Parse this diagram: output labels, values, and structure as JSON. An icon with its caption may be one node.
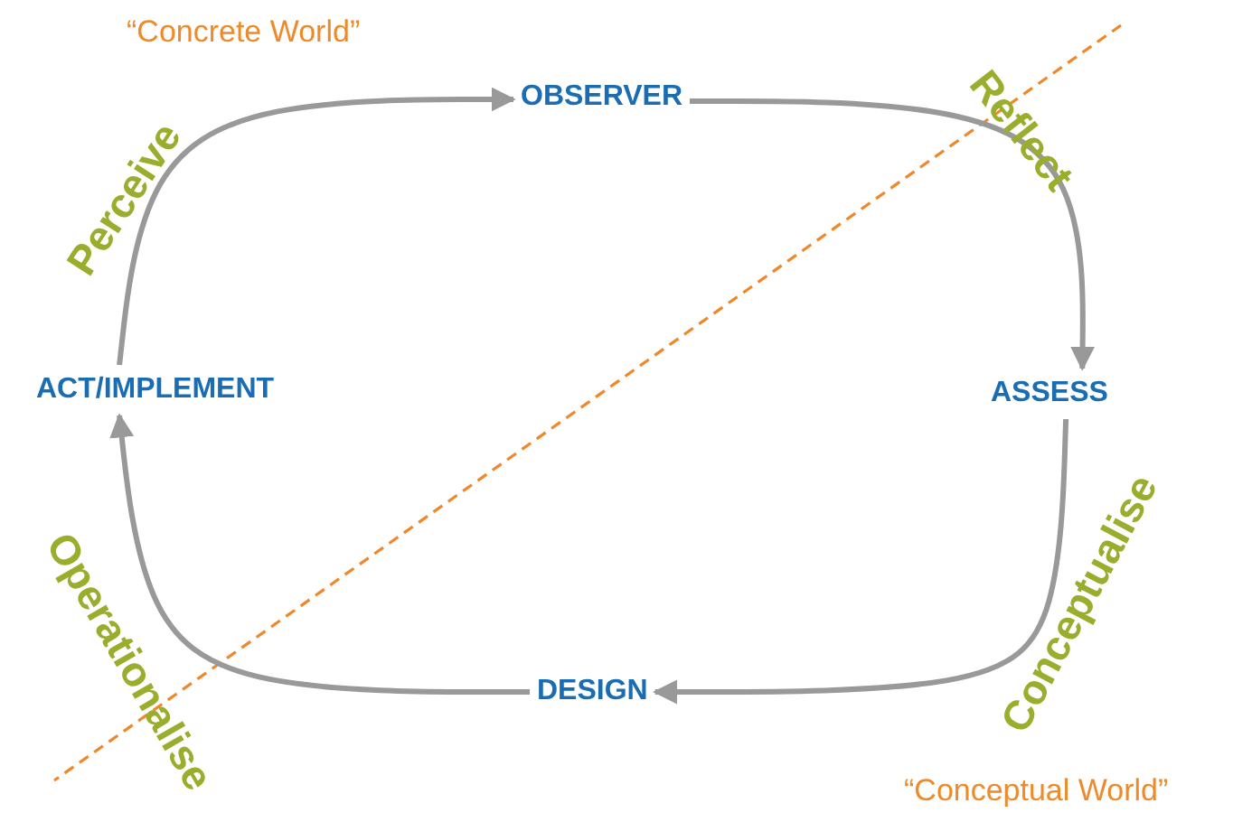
{
  "diagram": {
    "nodes": [
      {
        "text": [
          "OBSERVER"
        ]
      },
      {
        "text": [
          "ASSESS"
        ]
      },
      {
        "text": [
          "DESIGN"
        ]
      },
      {
        "text": [
          "ACT/IMPLEMENT"
        ]
      }
    ],
    "edges": [
      {
        "from": 0,
        "to": 1,
        "arrow": "to",
        "label": "Reflect"
      },
      {
        "from": 1,
        "to": 2,
        "arrow": "to",
        "label": "Conceptualise"
      },
      {
        "from": 2,
        "to": 3,
        "arrow": "to",
        "label": "Operationalise"
      },
      {
        "from": 3,
        "to": 0,
        "arrow": "to",
        "label": "Perceive"
      }
    ],
    "labels": [
      "“Concrete World”",
      "“Conceptual World”"
    ]
  }
}
